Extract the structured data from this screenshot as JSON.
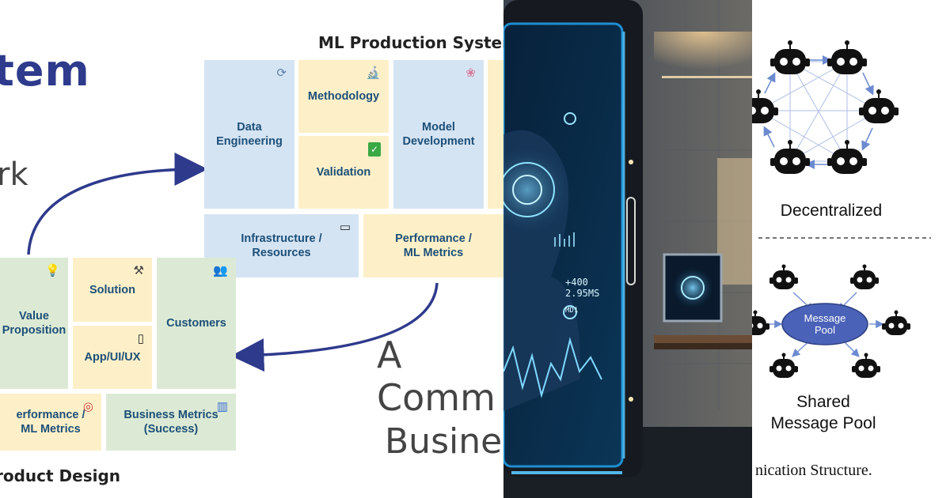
{
  "left": {
    "title_fragment": "tem",
    "word_fragment_1": "rk",
    "word_fragment_2": "A Comm",
    "word_fragment_3": "Busines",
    "canvas_title": "ML Production System",
    "bottom_caption": "roduct Design",
    "cells": {
      "data_engineering": "Data\nEngineering",
      "methodology": "Methodology",
      "validation": "Validation",
      "model_development": "Model\nDevelopment",
      "infrastructure": "Infrastructure /\nResources",
      "performance_ml": "Performance /\nML Metrics",
      "value_proposition": "Value\nProposition",
      "solution": "Solution",
      "customers": "Customers",
      "app_ui_ux": "App/UI/UX",
      "performance_ml_2": "erformance /\nML Metrics",
      "business_metrics": "Business Metrics\n(Success)"
    },
    "icons": {
      "data_engineering": "refresh-icon",
      "methodology": "microscope-icon",
      "validation": "check-icon",
      "model_development": "brain-icon",
      "infrastructure": "monitor-icon",
      "value_proposition": "lightbulb-icon",
      "solution": "tools-icon",
      "customers": "people-icon",
      "app_ui_ux": "phone-icon",
      "performance_ml_2": "target-icon",
      "business_metrics": "bar-chart-icon"
    },
    "colors": {
      "blue_cell": "#d5e4f3",
      "yellow_cell": "#fdf0c8",
      "green_cell": "#dcead5",
      "arrow": "#2e3a8c",
      "cell_text": "#1c4f78"
    }
  },
  "middle": {
    "hud_readout_1": "+400",
    "hud_readout_2": "2.95MS",
    "hud_readout_3": "MD1"
  },
  "right": {
    "decentralized_label": "Decentralized",
    "message_pool_label": "Message\nPool",
    "shared_label_1": "Shared",
    "shared_label_2": "Message Pool",
    "caption_fragment": "nication Structure.",
    "colors": {
      "pool_fill": "#4a62b8",
      "arrow": "#6c8ad0",
      "robot": "#111111"
    }
  }
}
